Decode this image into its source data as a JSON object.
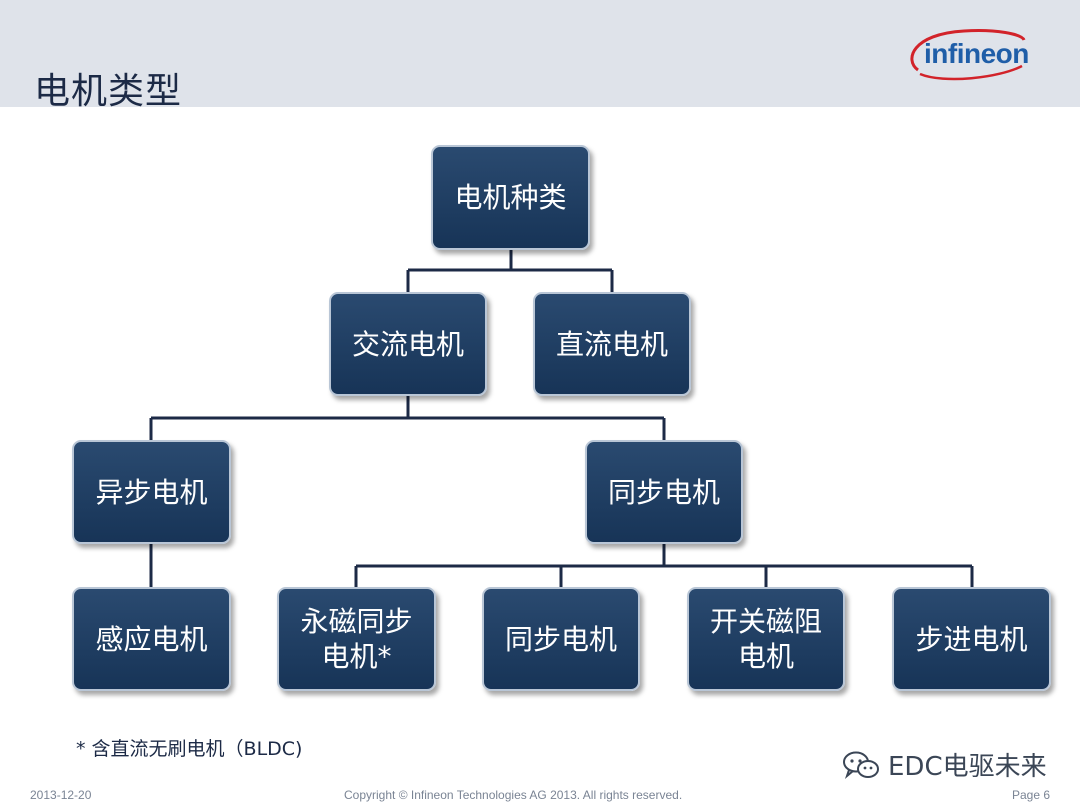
{
  "header": {
    "title": "电机类型",
    "logo_text": "infineon"
  },
  "diagram": {
    "root": "电机种类",
    "level1": [
      "交流电机",
      "直流电机"
    ],
    "level2": [
      "异步电机",
      "同步电机"
    ],
    "level3": [
      "感应电机",
      "永磁同步电机*",
      "同步电机",
      "开关磁阻电机",
      "步进电机"
    ],
    "edges": [
      [
        "电机种类",
        "交流电机"
      ],
      [
        "电机种类",
        "直流电机"
      ],
      [
        "交流电机",
        "异步电机"
      ],
      [
        "交流电机",
        "同步电机"
      ],
      [
        "异步电机",
        "感应电机"
      ],
      [
        "同步电机",
        "永磁同步电机*"
      ],
      [
        "同步电机",
        "同步电机"
      ],
      [
        "同步电机",
        "开关磁阻电机"
      ],
      [
        "同步电机",
        "步进电机"
      ]
    ],
    "node_labels": {
      "root": "电机种类",
      "ac": "交流电机",
      "dc": "直流电机",
      "async": "异步电机",
      "sync": "同步电机",
      "induction": "感应电机",
      "pmsm_line1": "永磁同步",
      "pmsm_line2": "电机*",
      "sync2": "同步电机",
      "srm_line1": "开关磁阻",
      "srm_line2": "电机",
      "stepper": "步进电机"
    }
  },
  "footnote": "* 含直流无刷电机（BLDC)",
  "footer": {
    "date": "2013-12-20",
    "copyright": "Copyright © Infineon Technologies AG 2013. All rights reserved.",
    "page": "Page 6"
  },
  "watermark": {
    "text": "EDC电驱未来",
    "icon": "wechat-icon"
  },
  "colors": {
    "node_fill": "#1f3d63",
    "node_border": "#b9c6d6",
    "connector": "#1c2a46",
    "header_band": "#dfe3ea",
    "logo_blue": "#1f5ea8",
    "logo_red": "#d2232a"
  }
}
